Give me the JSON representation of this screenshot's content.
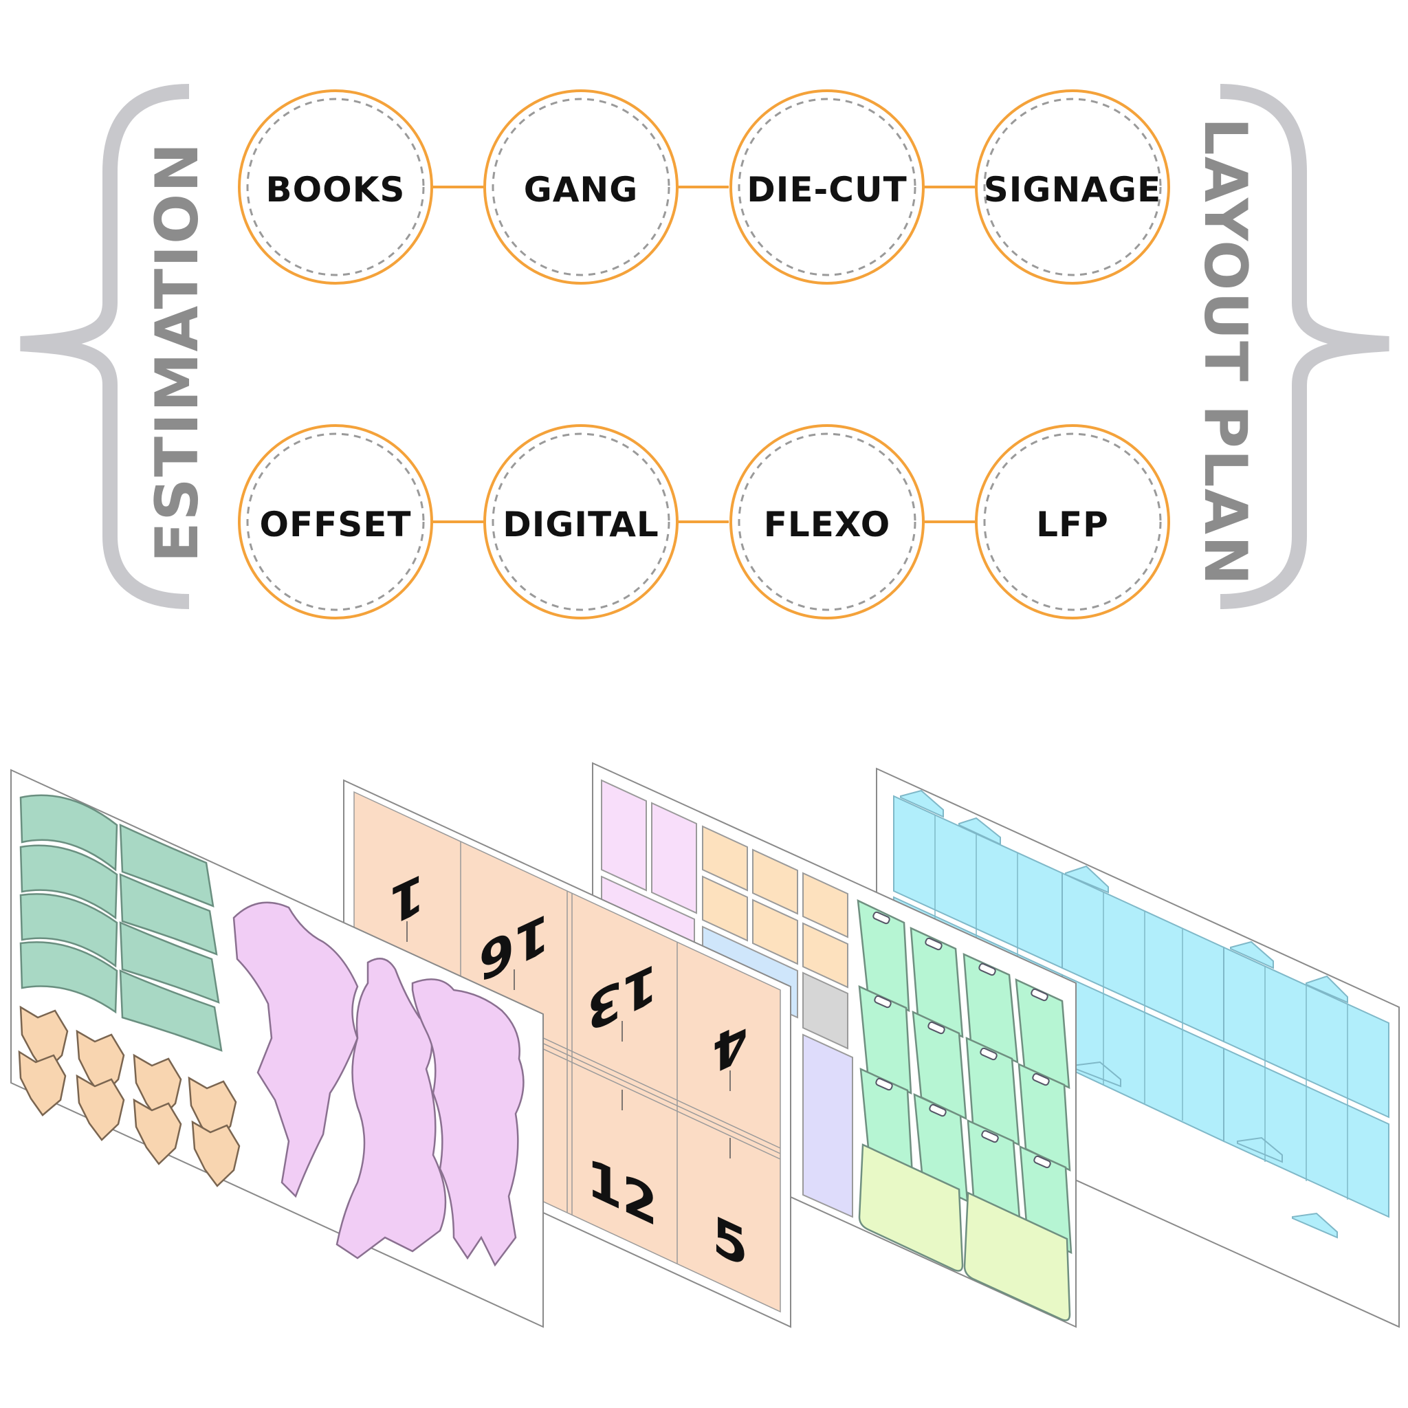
{
  "labels": {
    "left": "ESTIMATION",
    "right": "LAYOUT PLAN"
  },
  "categories_top": [
    "BOOKS",
    "GANG",
    "DIE-CUT",
    "SIGNAGE"
  ],
  "categories_bottom": [
    "OFFSET",
    "DIGITAL",
    "FLEXO",
    "LFP"
  ],
  "page_numbers": [
    "1",
    "16",
    "13",
    "4",
    "12",
    "5"
  ],
  "colors": {
    "orange": "#F4A23A",
    "dash": "#9a9a9a",
    "brace": "#c8c8cc",
    "side_text": "#8c8c8c",
    "green": "#a8d8c4",
    "peach": "#f8d5b0",
    "lilac": "#f1cdf5",
    "salmon": "#fbdcc5",
    "mint": "#b6f5d3",
    "lime": "#e8f9c6",
    "cyan": "#b1eefb"
  }
}
